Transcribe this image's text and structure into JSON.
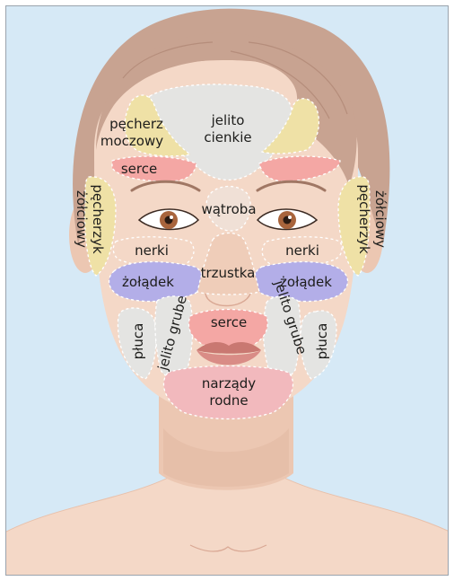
{
  "colors": {
    "background": "#d6e9f6",
    "skin": "#f4d8c7",
    "skin_shadow": "#e8c0aa",
    "hair": "#c8a391",
    "hair_dark": "#b58d7b",
    "zone_grey": "#e4e4e2",
    "zone_yellow": "#efe1a6",
    "zone_pink": "#f4a7a4",
    "zone_purple": "#b3aee8",
    "zone_rose": "#f2b9bd",
    "lips": "#d98c86",
    "iris": "#a8643c"
  },
  "labels": {
    "jelito_cienkie_1": "jelito",
    "jelito_cienkie_2": "cienkie",
    "pecherz_moczowy_1": "pęcherz",
    "pecherz_moczowy_2": "moczowy",
    "serce_top": "serce",
    "watroba": "wątroba",
    "pecherzyk_zolciowy_1": "pęcherzyk",
    "pecherzyk_zolciowy_2": "żółciowy",
    "nerki": "nerki",
    "zoladek": "żołądek",
    "trzustka": "trzustka",
    "jelito_grube": "jelito grube",
    "pluca": "płuca",
    "serce_bottom": "serce",
    "narzady_rodne_1": "narządy",
    "narzady_rodne_2": "rodne"
  }
}
